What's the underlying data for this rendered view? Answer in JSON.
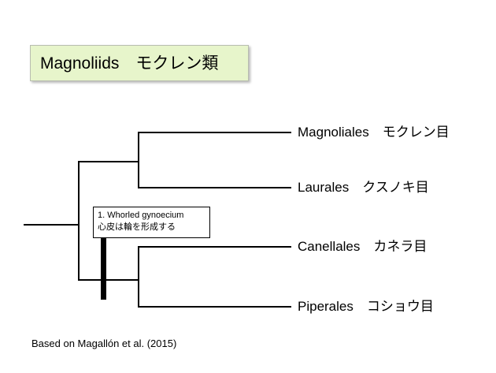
{
  "title": {
    "text": "Magnoliids　モクレン類",
    "background_color": "#e7f5cb",
    "border_color": "#b8bdb0"
  },
  "tree": {
    "line_color": "#000000",
    "taxa": [
      {
        "label": "Magnoliales　モクレン目"
      },
      {
        "label": "Laurales　クスノキ目"
      },
      {
        "label": "Canellales　カネラ目"
      },
      {
        "label": "Piperales　コショウ目"
      }
    ]
  },
  "annotation": {
    "line1": "1.  Whorled gynoecium",
    "line2": "心皮は輪を形成する"
  },
  "citation": "Based on Magallón et al. (2015)"
}
